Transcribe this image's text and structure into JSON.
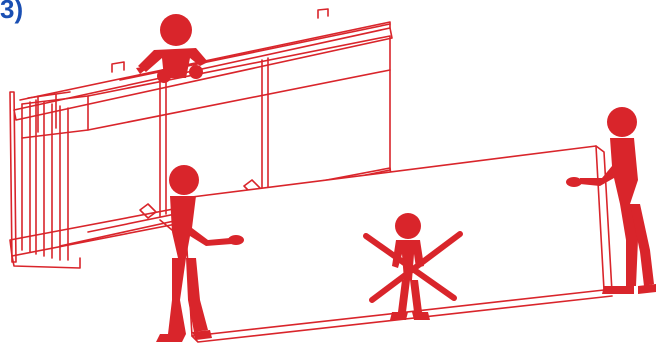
{
  "step_label": "3)",
  "colors": {
    "accent": "#d9252b",
    "label": "#1a4fb3"
  },
  "illustration": {
    "subject": "crated-glass-panel-handling",
    "warning": "prohibited-position-cross"
  }
}
